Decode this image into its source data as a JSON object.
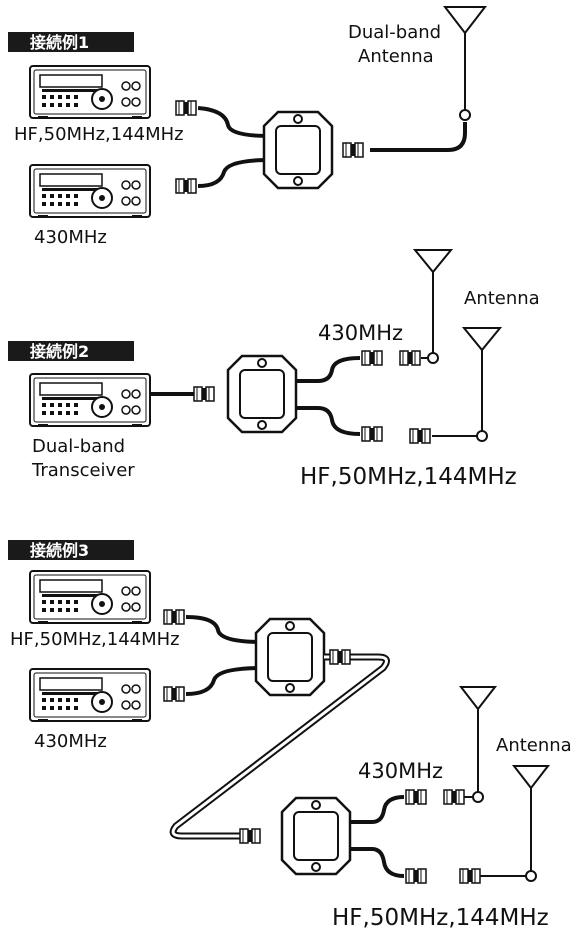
{
  "examples": [
    {
      "header": "接続例1",
      "labels": {
        "radio_top": "HF,50MHz,144MHz",
        "radio_bottom": "430MHz",
        "antenna_line1": "Dual-band",
        "antenna_line2": "Antenna"
      }
    },
    {
      "header": "接続例2",
      "labels": {
        "radio": "Dual-band",
        "radio_line2": "Transceiver",
        "out_top": "430MHz",
        "out_bottom": "HF,50MHz,144MHz",
        "antenna": "Antenna"
      }
    },
    {
      "header": "接続例3",
      "labels": {
        "radio_top": "HF,50MHz,144MHz",
        "radio_bottom": "430MHz",
        "out_top": "430MHz",
        "out_bottom": "HF,50MHz,144MHz",
        "antenna": "Antenna"
      }
    }
  ],
  "colors": {
    "ink": "#111111",
    "header_bg": "#1a1a1a",
    "header_text": "#ffffff"
  },
  "icons": [
    "radio-transceiver-icon",
    "duplexer-icon",
    "antenna-icon",
    "coax-connector-icon",
    "coax-cable"
  ]
}
